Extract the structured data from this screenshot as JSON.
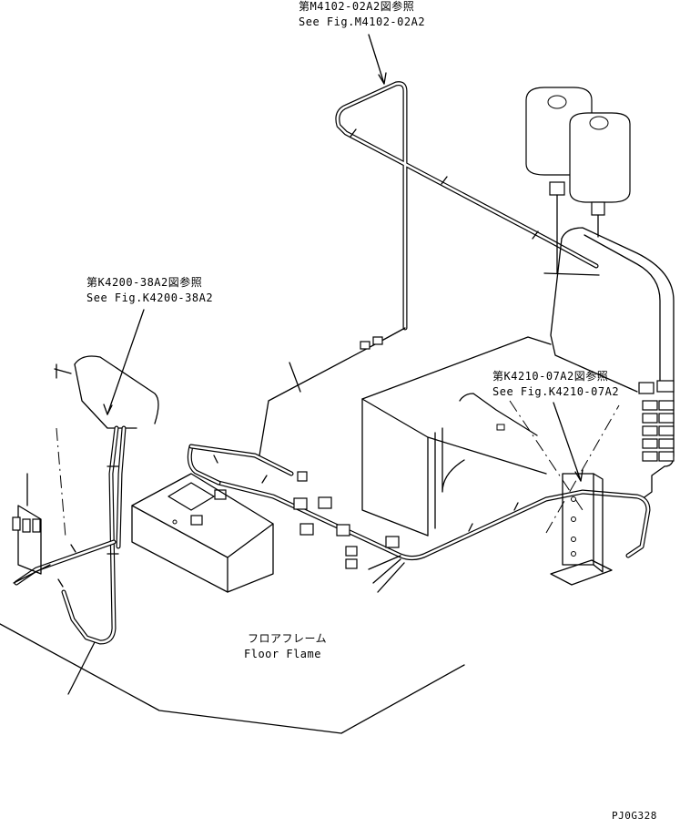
{
  "references": {
    "top": {
      "jp": "第M4102-02A2図参照",
      "en": "See Fig.M4102-02A2"
    },
    "left": {
      "jp": "第K4200-38A2図参照",
      "en": "See Fig.K4200-38A2"
    },
    "right": {
      "jp": "第K4210-07A2図参照",
      "en": "See Fig.K4210-07A2"
    }
  },
  "floor_label": {
    "jp": "フロアフレーム",
    "en": "Floor Flame"
  },
  "drawing_code": "PJ0G328"
}
